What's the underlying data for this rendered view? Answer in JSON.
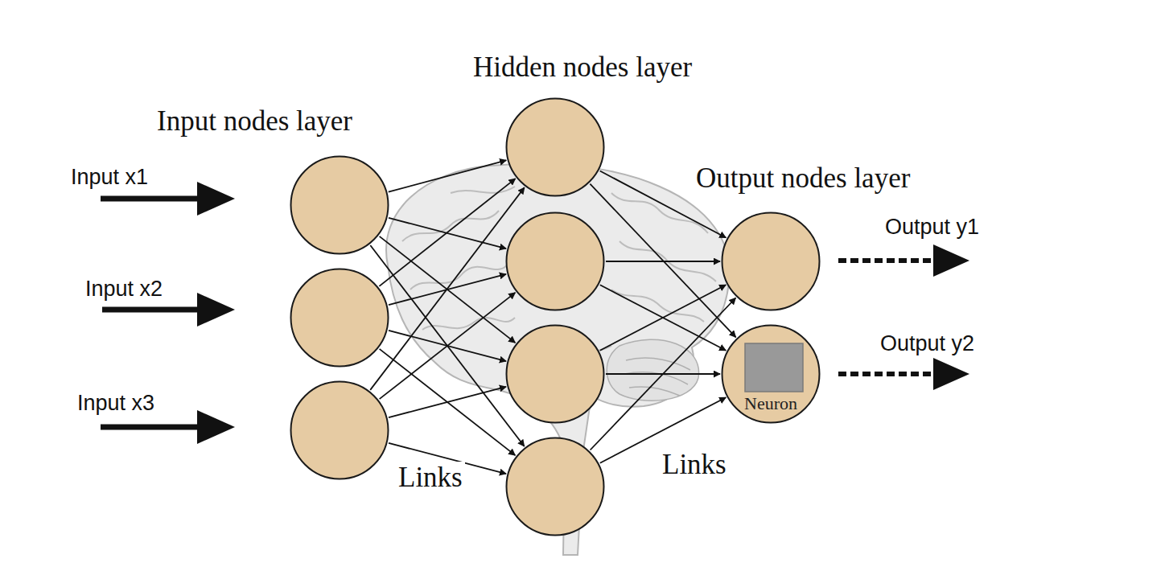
{
  "diagram": {
    "nodes": [
      {
        "text": []
      },
      {
        "text": []
      },
      {
        "text": []
      },
      {
        "text": []
      },
      {
        "text": []
      },
      {
        "text": []
      },
      {
        "text": []
      },
      {
        "text": []
      },
      {
        "text": [
          "Neuron"
        ]
      }
    ],
    "edges": [
      {
        "from": 0,
        "to": 3,
        "arrow": "to"
      },
      {
        "from": 0,
        "to": 4,
        "arrow": "to"
      },
      {
        "from": 0,
        "to": 5,
        "arrow": "to"
      },
      {
        "from": 0,
        "to": 6,
        "arrow": "to"
      },
      {
        "from": 1,
        "to": 3,
        "arrow": "to"
      },
      {
        "from": 1,
        "to": 4,
        "arrow": "to"
      },
      {
        "from": 1,
        "to": 5,
        "arrow": "to"
      },
      {
        "from": 1,
        "to": 6,
        "arrow": "to"
      },
      {
        "from": 2,
        "to": 3,
        "arrow": "to"
      },
      {
        "from": 2,
        "to": 4,
        "arrow": "to"
      },
      {
        "from": 2,
        "to": 5,
        "arrow": "to"
      },
      {
        "from": 2,
        "to": 6,
        "arrow": "to"
      },
      {
        "from": 3,
        "to": 7,
        "arrow": "to"
      },
      {
        "from": 3,
        "to": 8,
        "arrow": "to"
      },
      {
        "from": 4,
        "to": 7,
        "arrow": "to"
      },
      {
        "from": 4,
        "to": 8,
        "arrow": "to"
      },
      {
        "from": 5,
        "to": 7,
        "arrow": "to"
      },
      {
        "from": 5,
        "to": 8,
        "arrow": "to"
      },
      {
        "from": 6,
        "to": 7,
        "arrow": "to"
      },
      {
        "from": 6,
        "to": 8,
        "arrow": "to"
      }
    ],
    "labels": [
      "Hidden nodes layer",
      "Input nodes layer",
      "Output nodes layer",
      "Input x1",
      "Input x2",
      "Input x3",
      "Output y1",
      "Output y2",
      "Links",
      "Links"
    ]
  }
}
